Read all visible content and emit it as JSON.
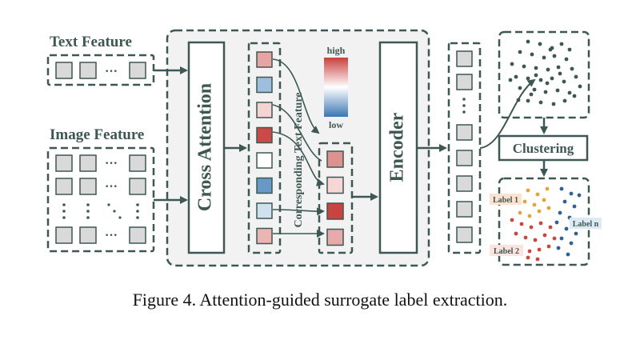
{
  "figure": {
    "caption": "Figure 4. Attention-guided surrogate label extraction."
  },
  "inputs": {
    "text_feature_label": "Text Feature",
    "image_feature_label": "Image Feature"
  },
  "modules": {
    "cross_attention": "Cross Attention",
    "encoder": "Encoder",
    "clustering": "Clustering"
  },
  "attention": {
    "corresponding_label": "Corresponding Text Feature",
    "colorbar_high": "high",
    "colorbar_low": "low",
    "cell_colors": [
      "#e8a3a3",
      "#9dbfdd",
      "#f5d3d1",
      "#cb4a48",
      "#ffffff",
      "#6799c6",
      "#cfe0ee",
      "#eab5b2"
    ],
    "selected_colors": [
      "#dd9290",
      "#f6d7d5",
      "#c94441",
      "#e7aaa8"
    ]
  },
  "clusters": {
    "label_1": "Label 1",
    "label_2": "Label 2",
    "label_n": "Label n",
    "colors": {
      "label_1": "#e0a53a",
      "label_2": "#c8473f",
      "label_n": "#2f6196",
      "points": "#3d5752"
    }
  },
  "colors": {
    "stroke": "#3d5752",
    "panel_fill": "#f2f2f2",
    "cell_fill": "#d9d9d9"
  }
}
